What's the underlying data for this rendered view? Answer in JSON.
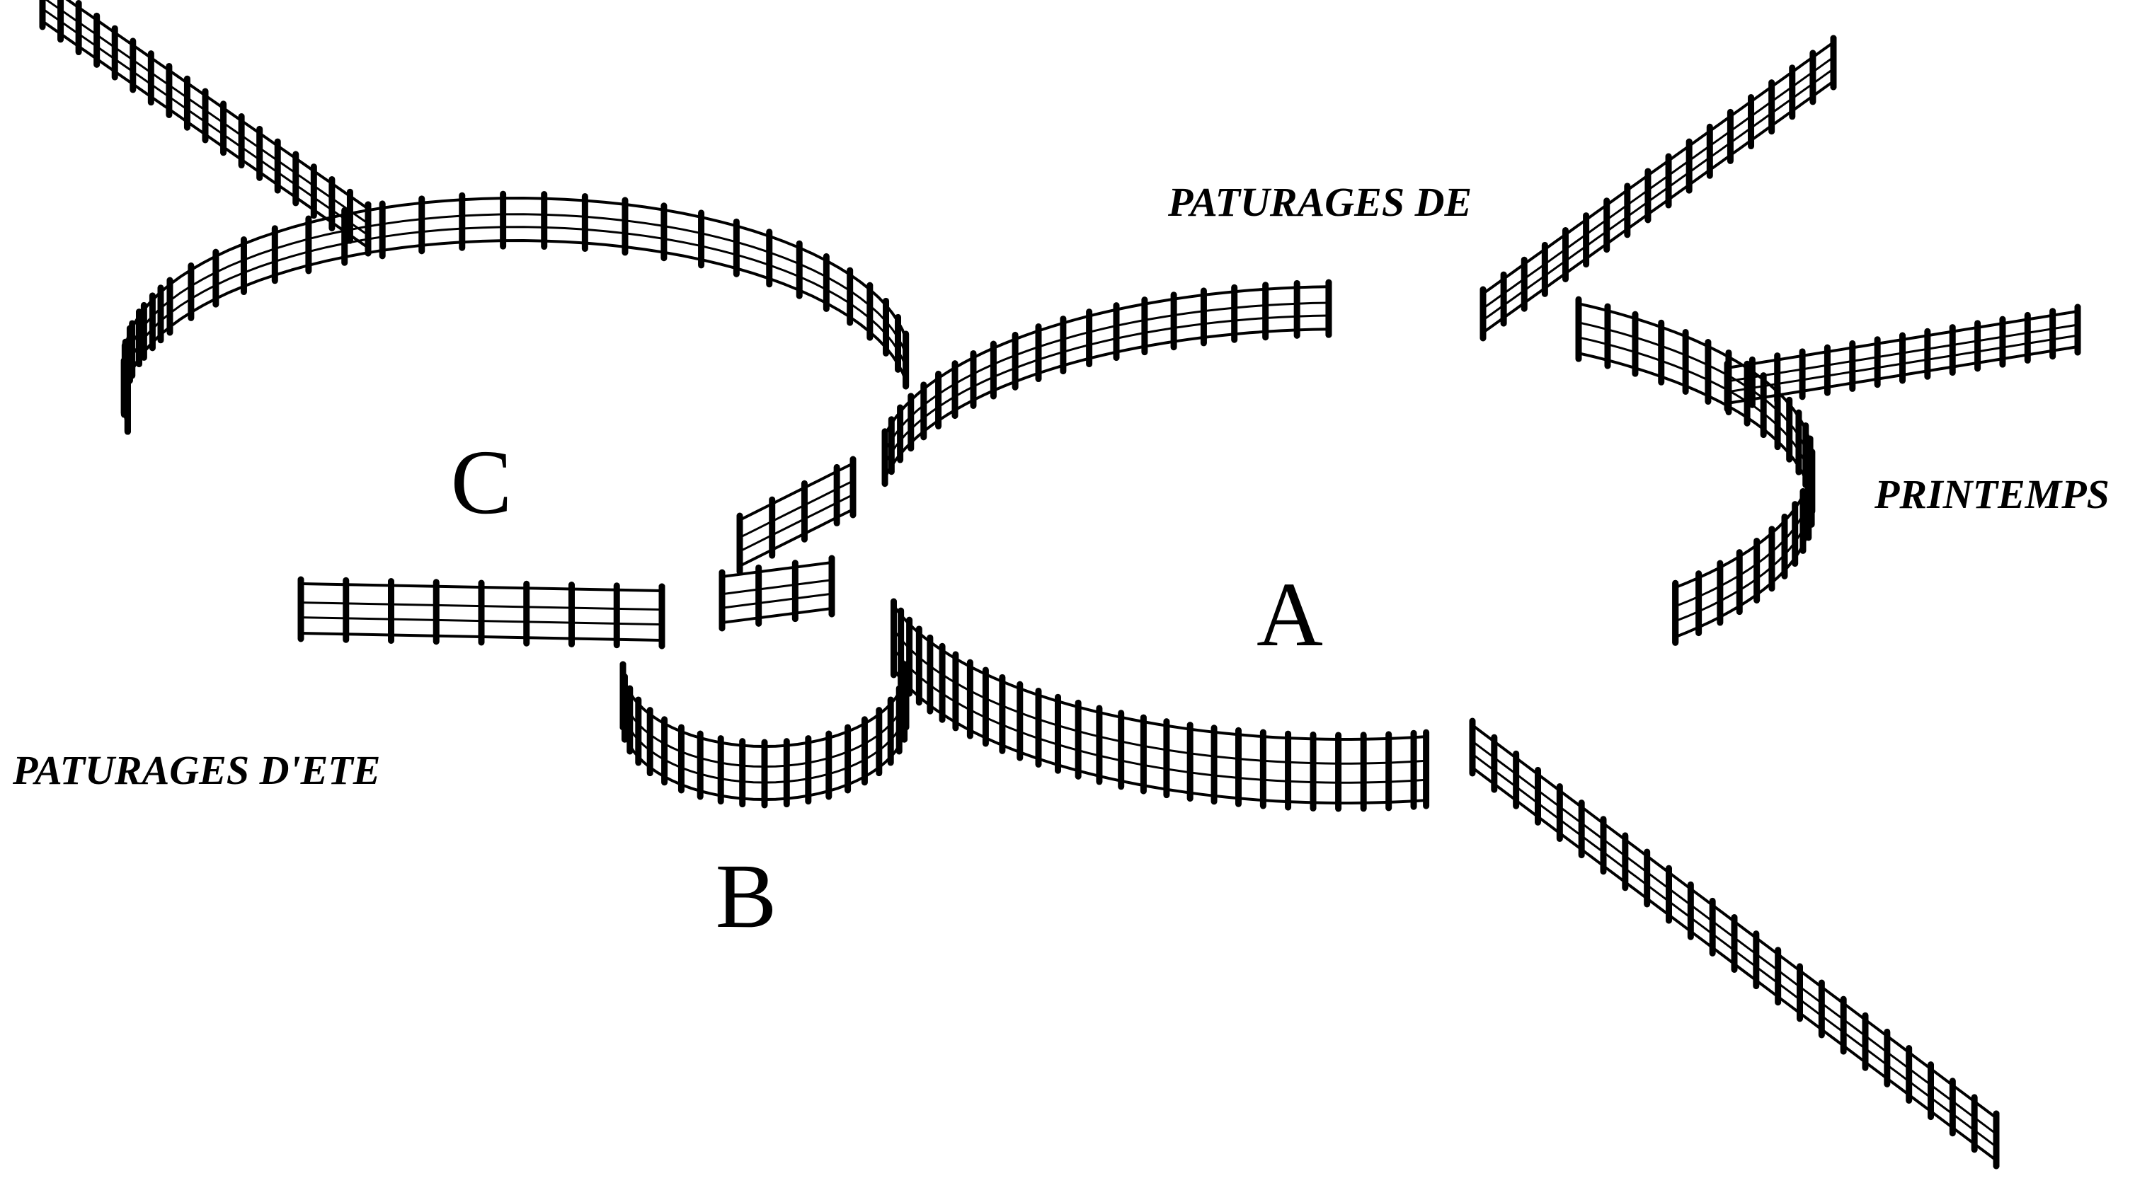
{
  "diagram": {
    "pens": {
      "a": "A",
      "b": "B",
      "c": "C"
    },
    "labels": {
      "pastures_de": "PATURAGES DE",
      "printemps": "PRINTEMPS",
      "summer_pastures": "PATURAGES D'ETE"
    },
    "colors": {
      "ink": "#000000",
      "paper": "#ffffff"
    }
  }
}
